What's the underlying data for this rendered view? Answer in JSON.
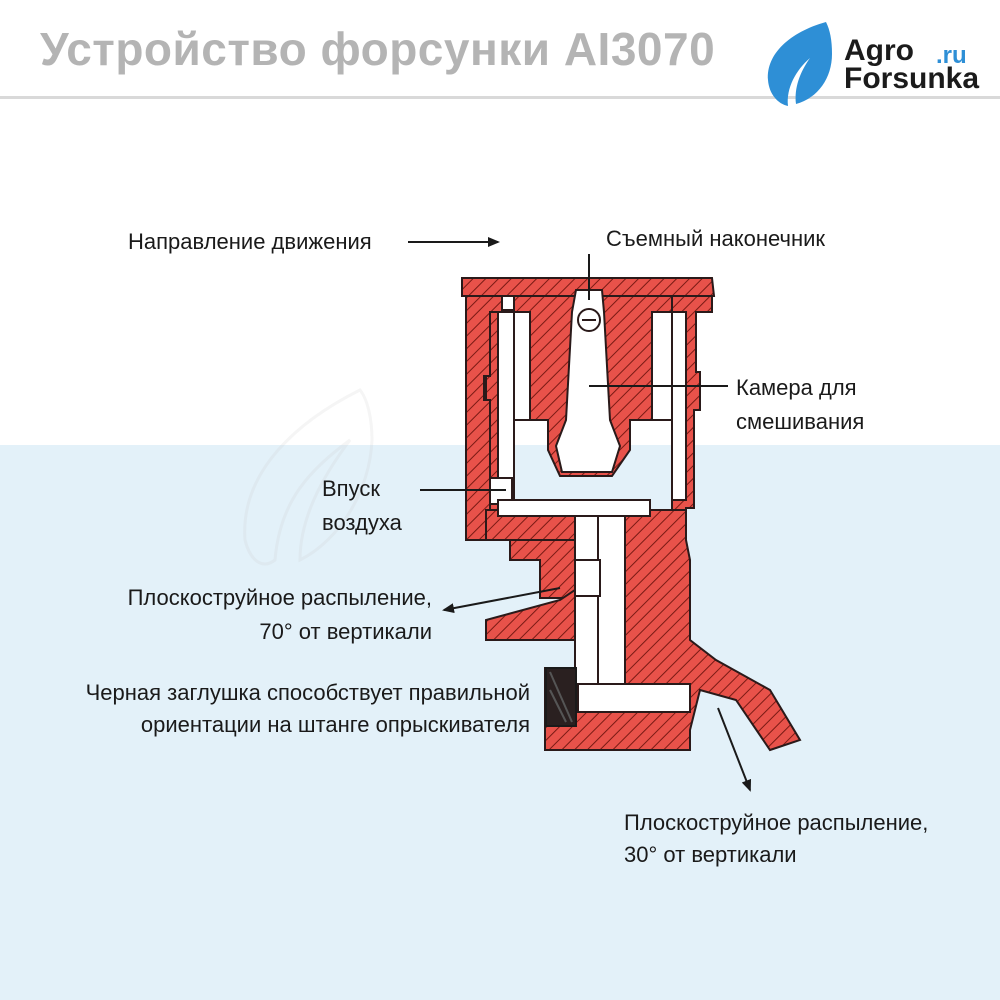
{
  "header": {
    "title": "Устройство форсунки AI3070",
    "logo_line1": "Agro",
    "logo_line2": "Forsunka",
    "logo_ru": ".ru"
  },
  "labels": {
    "direction": "Направление движения",
    "tip": "Съемный наконечник",
    "chamber_line1": "Камера для",
    "chamber_line2": "смешивания",
    "air_line1": "Впуск",
    "air_line2": "воздуха",
    "spray70_line1": "Плоскоструйное распыление,",
    "spray70_line2": "70° от вертикали",
    "plug_line1": "Черная заглушка способствует правильной",
    "plug_line2": "ориентации на штанге опрыскивателя",
    "spray30_line1": "Плоскоструйное распыление,",
    "spray30_line2": "30° от вертикали"
  },
  "colors": {
    "body_fill": "#e8524a",
    "hatch": "#7a1a14",
    "outline": "#2a1a1a",
    "lower_background": "#e3f1f9",
    "title": "#b4b4b4",
    "logo_blue": "#2e8fd6",
    "plug": "#2a2020"
  }
}
